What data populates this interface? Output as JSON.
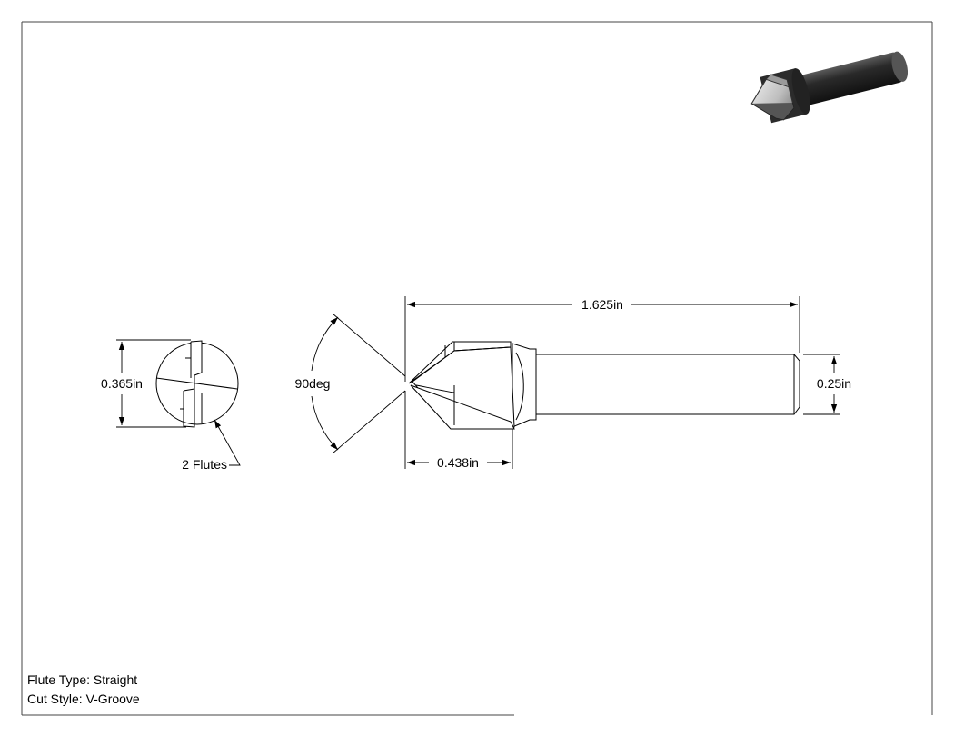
{
  "dimensions": {
    "overall_length": "1.625in",
    "flute_length": "0.438in",
    "shank_diameter": "0.25in",
    "cutting_diameter": "0.365in",
    "angle": "90deg",
    "flutes": "2 Flutes"
  },
  "notes": {
    "flute_type": "Flute Type: Straight",
    "cut_style": "Cut Style: V-Groove"
  },
  "colors": {
    "line": "#000000",
    "border": "#333333",
    "render_body": "#3a3a3a",
    "render_tip": "#cfcfcf"
  }
}
